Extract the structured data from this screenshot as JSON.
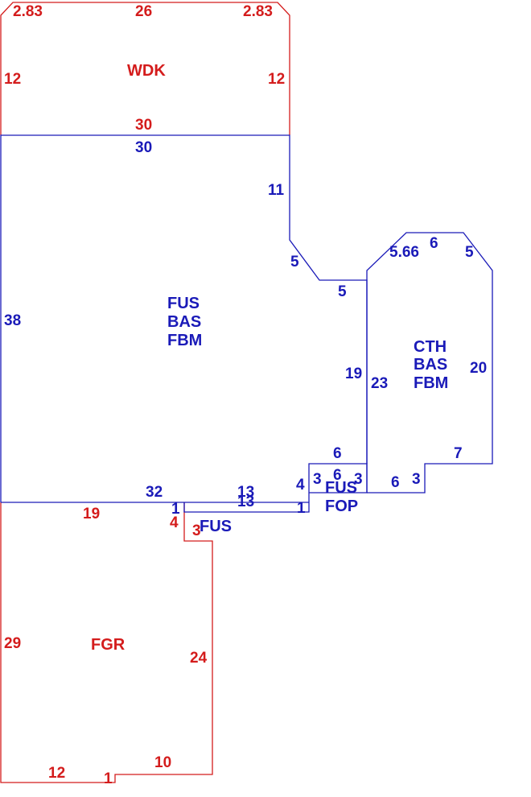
{
  "colors": {
    "blue": "#1a1ab8",
    "red": "#d41c1c",
    "background": "#ffffff"
  },
  "areas": {
    "wdk": {
      "code": "WDK",
      "dims": {
        "top_left": "2.83",
        "top": "26",
        "top_right": "2.83",
        "left": "12",
        "right": "12",
        "bottom": "30"
      }
    },
    "main": {
      "codes": [
        "FUS",
        "BAS",
        "FBM"
      ],
      "dims": {
        "top": "30",
        "right_upper": "11",
        "diag": "5",
        "step": "5",
        "step_down": "19",
        "left": "38",
        "bottom": "32",
        "one": "1"
      }
    },
    "cth": {
      "codes": [
        "CTH",
        "BAS",
        "FBM"
      ],
      "dims": {
        "left": "23",
        "diag_left": "5.66",
        "top": "6",
        "diag_right": "5",
        "right": "20",
        "step": "7",
        "step_down": "3",
        "bottom": "6"
      }
    },
    "porch": {
      "codes": [
        "FUS",
        "FOP"
      ],
      "dims": {
        "top": "6",
        "inner": "6",
        "left": "3",
        "right": "3",
        "side": "4"
      }
    },
    "strip": {
      "code": "FUS",
      "dims": {
        "top": "13",
        "bottom": "13",
        "end": "1"
      }
    },
    "fgr": {
      "code": "FGR",
      "dims": {
        "top": "19",
        "notch_side": "4",
        "notch": "3",
        "left": "29",
        "right": "24",
        "bottom_left": "12",
        "jog": "1",
        "bottom_right": "10"
      }
    }
  }
}
